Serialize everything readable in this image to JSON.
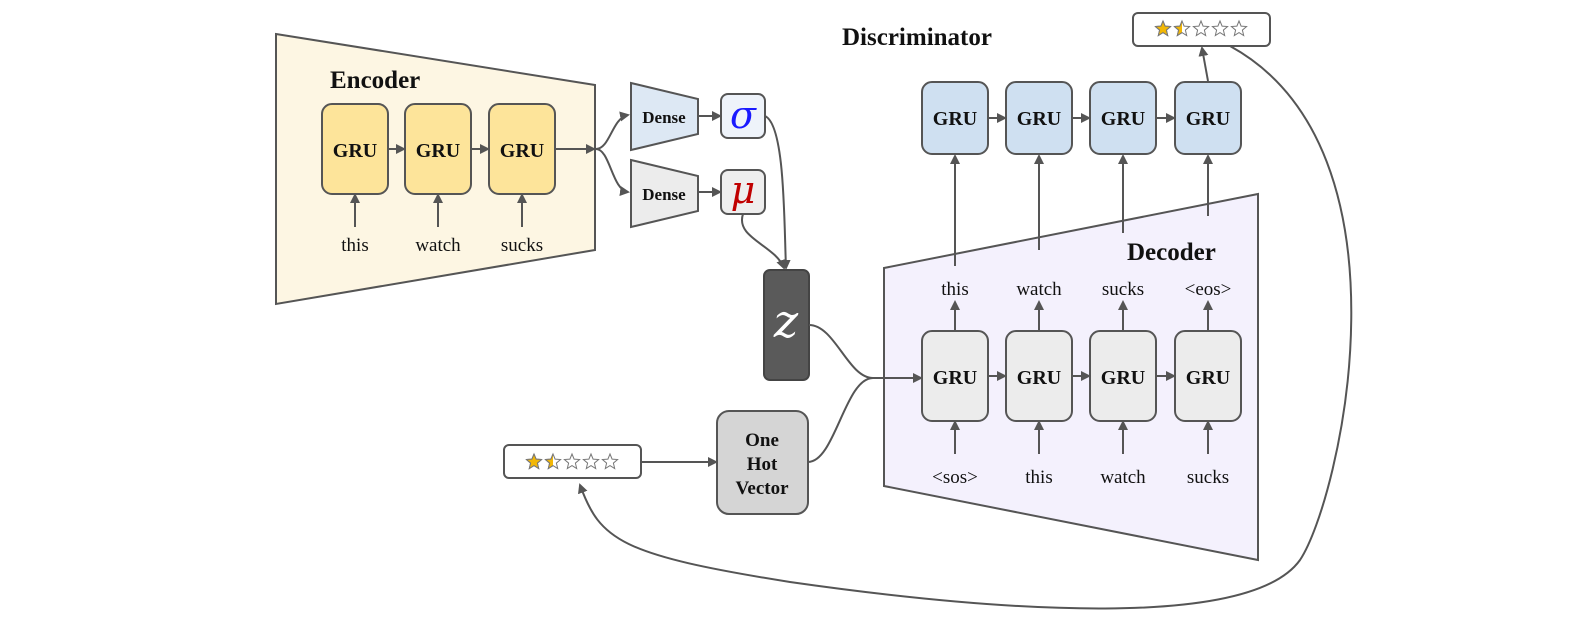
{
  "titles": {
    "encoder": "Encoder",
    "decoder": "Decoder",
    "discriminator": "Discriminator"
  },
  "gru_label": "GRU",
  "encoder": {
    "inputs": [
      "this",
      "watch",
      "sucks"
    ]
  },
  "dense_label": "Dense",
  "sigma": "σ",
  "mu": "μ",
  "latent": "z",
  "one_hot": [
    "One",
    "Hot",
    "Vector"
  ],
  "decoder": {
    "inputs": [
      "<sos>",
      "this",
      "watch",
      "sucks"
    ],
    "outputs": [
      "this",
      "watch",
      "sucks",
      "<eos>"
    ]
  },
  "rating": {
    "value": 1.5,
    "max": 5
  },
  "colors": {
    "encoder_bg": "#fdf6e3",
    "encoder_gru": "#fde49a",
    "decoder_bg": "#f4f1fd",
    "decoder_gru": "#ececec",
    "disc_gru": "#cfe0f1",
    "dense_sigma": "#dde8f4",
    "dense_mu": "#ececec",
    "z_box": "#5a5a5a",
    "one_hot_box": "#d5d5d5",
    "sigma": "#1a1aff",
    "mu": "#c00000",
    "star_fill": "#f2b705"
  }
}
